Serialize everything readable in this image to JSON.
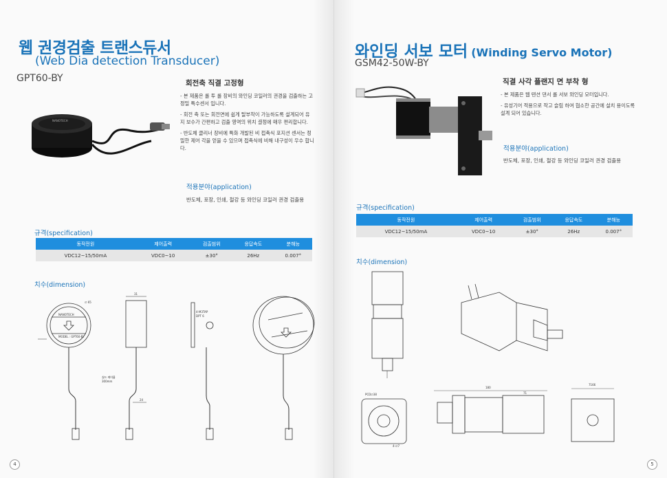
{
  "left": {
    "title_ko": "웹 권경검출 트랜스듀서",
    "title_en": "(Web Dia detection Transducer)",
    "model": "GPT60-BY",
    "subtitle": "회전축 직결 고정형",
    "bullets": [
      "- 본 제품은 롤 투 롤 장비의 와인딩 코일러의 권경을 검출하는 고 정밀 특수센서 입니다.",
      "- 회전 축 또는 회전면에 쉽게 탈부착이 가능하도록 설계되어 유지 보수가 간편하고 검출 영역의 위치 결정에 매우 편리합니다.",
      "- 반도체 클리너 장비에 특화 개발된 비 접촉식 포지션 센서는 정밀한 제어 각을 얻을 수 있으며 접촉식에 비해 내구성이 우수 합니다."
    ],
    "application_title": "적용분야(application)",
    "application_text": "반도체, 포장, 인쇄, 철강 등 와인딩 코일러 권경 검출용",
    "spec_title": "규격(specification)",
    "spec_headers": [
      "동작전원",
      "제어출력",
      "검출범위",
      "응답속도",
      "분해능"
    ],
    "spec_values": [
      "VDC12~15/50mA",
      "VDC0~10",
      "±30°",
      "26Hz",
      "0.007°"
    ],
    "dimension_title": "치수(dimension)",
    "drawing_labels": {
      "dim_top": "31",
      "dim_dia": "∅ 65",
      "brand": "NANOTECH",
      "model_label": "MODEL : GPT60-BY",
      "cable_note": "실드 케이블",
      "cable_len": "300mm",
      "dim_side": "24",
      "tap": "4-M3TAP",
      "tap_depth": "DPT 6"
    },
    "page_number": "4"
  },
  "right": {
    "title_ko": "와인딩 서보 모터",
    "title_en": "(Winding Servo Motor)",
    "model": "GSM42-50W-BY",
    "subtitle": "직결 사각 플랜지 면 부착 형",
    "bullets": [
      "- 본 제품은 웹 텐션 댄서 롤 서보 와인딩 모터입니다.",
      "- 유성기어 적용으로 작고 슬림 하여 협소한 공간에 설치 용이도록 설계 되어 있습니다."
    ],
    "application_title": "적용분야(application)",
    "application_text": "반도체, 포장, 인쇄, 철강 등 와인딩 코일러 권경 검출용",
    "spec_title": "규격(specification)",
    "spec_headers": [
      "동작전원",
      "제어출력",
      "검출범위",
      "응답속도",
      "분해능"
    ],
    "spec_values": [
      "VDC12~15/50mA",
      "VDC0~10",
      "±30°",
      "26Hz",
      "0.007°"
    ],
    "dimension_title": "치수(dimension)",
    "drawing_labels": {
      "dim_total": "180",
      "dim_71": "71",
      "dim_pcd": "PCD∅38",
      "dim_hole": "4-∅7",
      "dim_top": "7166"
    },
    "page_number": "5"
  },
  "colors": {
    "accent": "#1a73b8",
    "table_header": "#1f8ede",
    "table_row": "#e6e6e6"
  }
}
